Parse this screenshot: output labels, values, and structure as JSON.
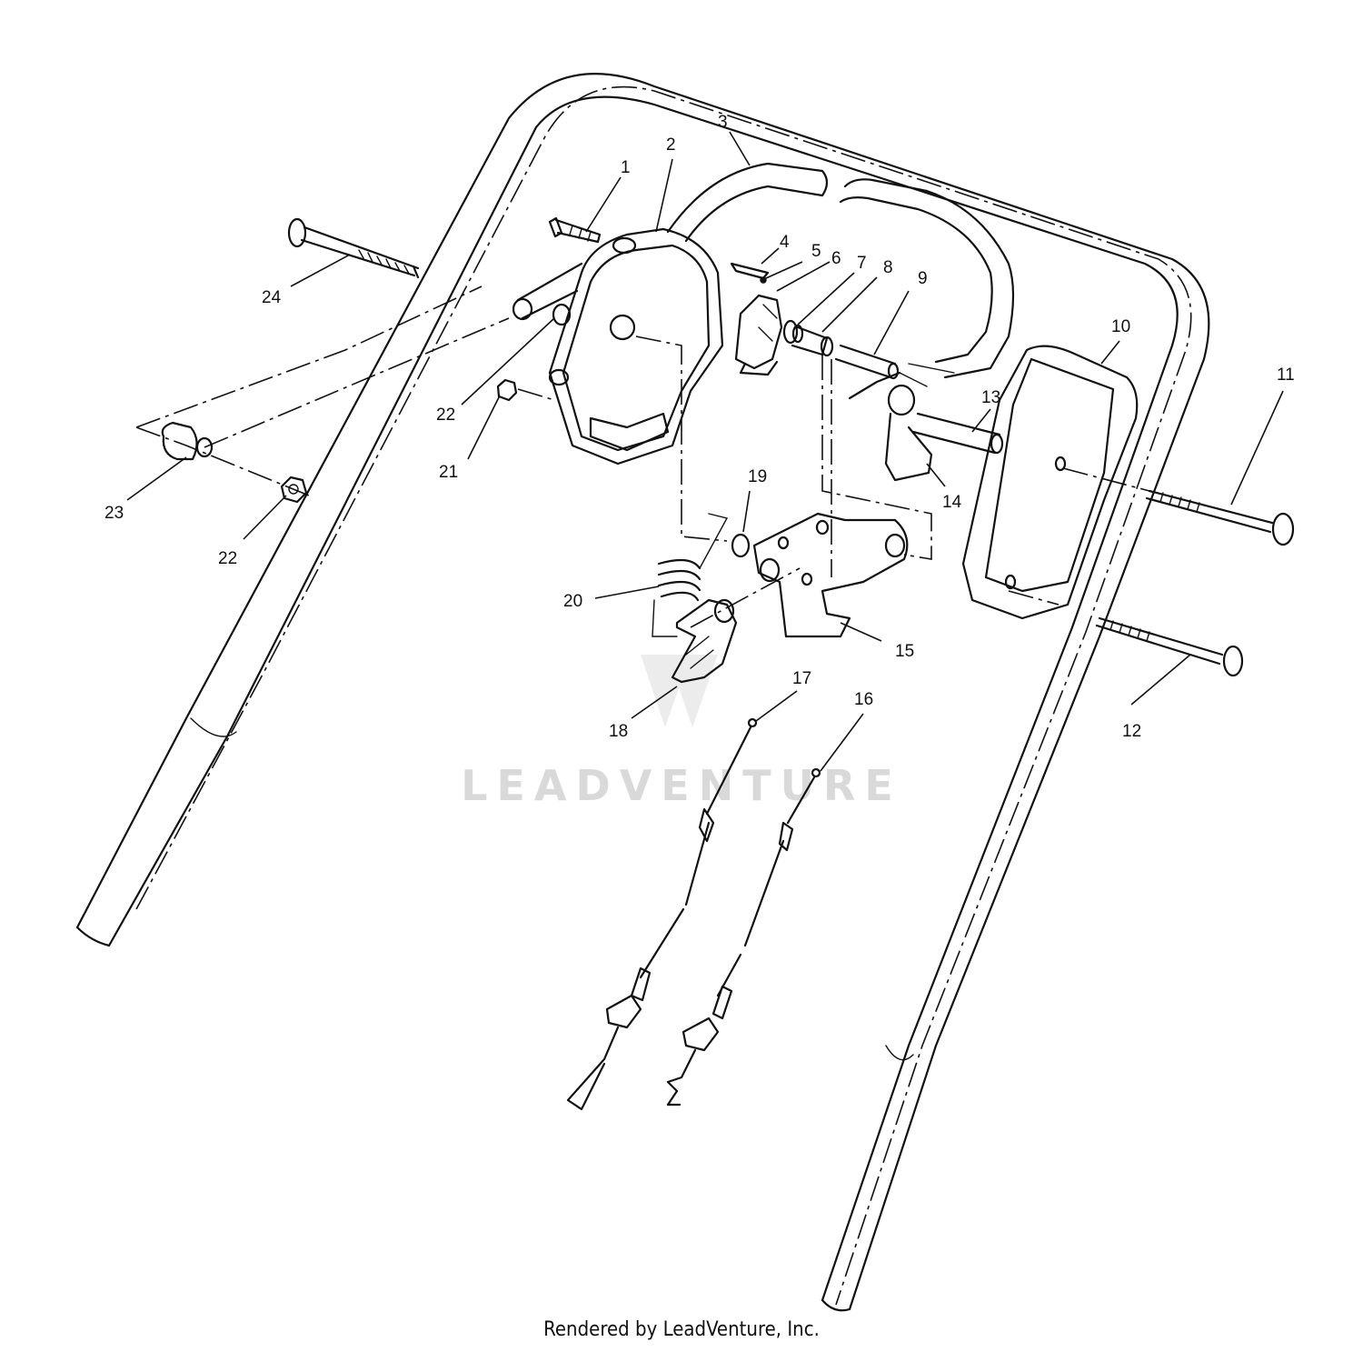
{
  "callouts": [
    {
      "num": "1"
    },
    {
      "num": "2"
    },
    {
      "num": "3"
    },
    {
      "num": "4"
    },
    {
      "num": "5"
    },
    {
      "num": "6"
    },
    {
      "num": "7"
    },
    {
      "num": "8"
    },
    {
      "num": "9"
    },
    {
      "num": "10"
    },
    {
      "num": "11"
    },
    {
      "num": "12"
    },
    {
      "num": "13"
    },
    {
      "num": "14"
    },
    {
      "num": "15"
    },
    {
      "num": "16"
    },
    {
      "num": "17"
    },
    {
      "num": "18"
    },
    {
      "num": "19"
    },
    {
      "num": "20"
    },
    {
      "num": "21"
    },
    {
      "num": "22"
    },
    {
      "num": "22"
    },
    {
      "num": "23"
    },
    {
      "num": "24"
    }
  ],
  "watermark": "LEADVENTURE",
  "credit": "Rendered by LeadVenture, Inc."
}
